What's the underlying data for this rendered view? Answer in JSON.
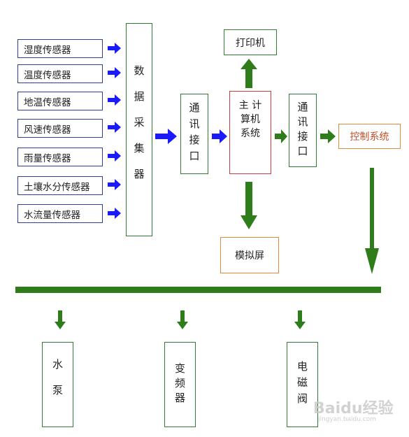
{
  "sensors": [
    {
      "label": "湿度传感器"
    },
    {
      "label": "温度传感器"
    },
    {
      "label": "地温传感器"
    },
    {
      "label": "风速传感器"
    },
    {
      "label": "雨量传感器"
    },
    {
      "label": "土壤水分传感器"
    },
    {
      "label": "水流量传感器"
    }
  ],
  "data_collector": {
    "label": "数据采集器"
  },
  "comm_interface_left": {
    "label": "通讯接口"
  },
  "main_computer": {
    "line1": "主 计",
    "line2": "算机",
    "line3": "系统"
  },
  "comm_interface_right": {
    "label": "通讯接口"
  },
  "control_system": {
    "label": "控制系统"
  },
  "printer": {
    "label": "打印机"
  },
  "simulation_screen": {
    "label": "模拟屏"
  },
  "outputs": [
    {
      "label": "水泵"
    },
    {
      "label": "变频器"
    },
    {
      "label": "电磁阀"
    }
  ],
  "watermark": {
    "brand": "Baidu经验",
    "url": "jingyan.baidu.com"
  },
  "colors": {
    "blue_arrow": "#1a1aff",
    "green_arrow": "#2e7d1a",
    "box_border_blue": "#2b3f99",
    "box_border_green": "#2e7d32",
    "box_border_red": "#d23a3a",
    "box_border_orange": "#e08a3c"
  }
}
